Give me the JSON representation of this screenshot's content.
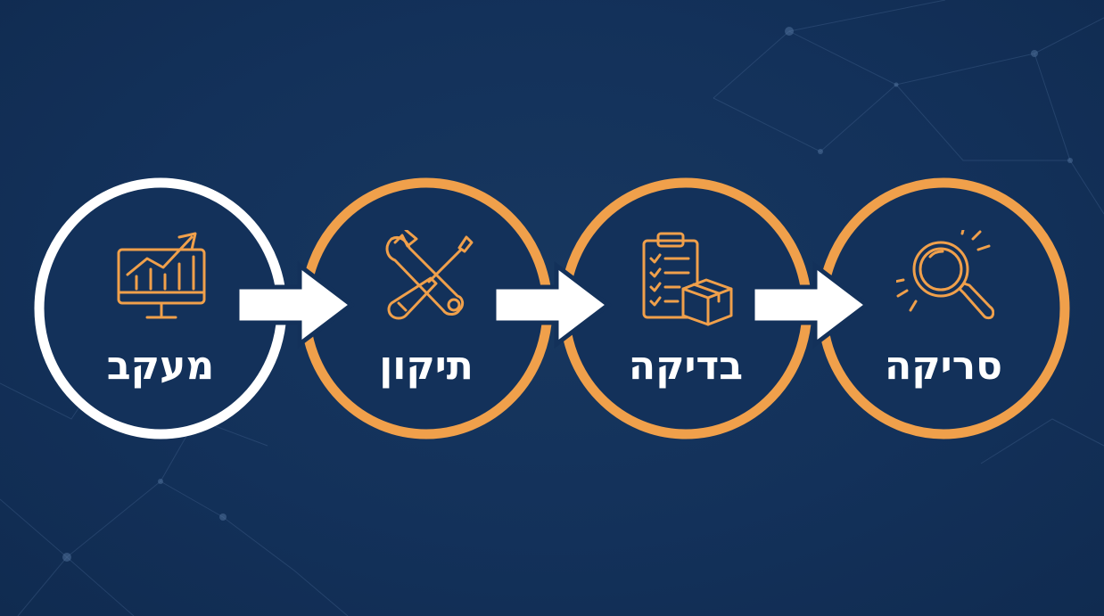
{
  "steps": [
    {
      "label": "מעקב",
      "icon": "monitor-trend-icon",
      "ring_color": "#ffffff"
    },
    {
      "label": "תיקון",
      "icon": "wrench-screwdriver-icon",
      "ring_color": "#f0a04b"
    },
    {
      "label": "בדיקה",
      "icon": "clipboard-box-icon",
      "ring_color": "#f0a04b"
    },
    {
      "label": "סריקה",
      "icon": "magnifier-icon",
      "ring_color": "#f0a04b"
    }
  ],
  "colors": {
    "background": "#13315a",
    "accent": "#f0a04b",
    "ring_primary": "#ffffff",
    "arrow_fill": "#ffffff",
    "arrow_stroke": "#13315a"
  }
}
